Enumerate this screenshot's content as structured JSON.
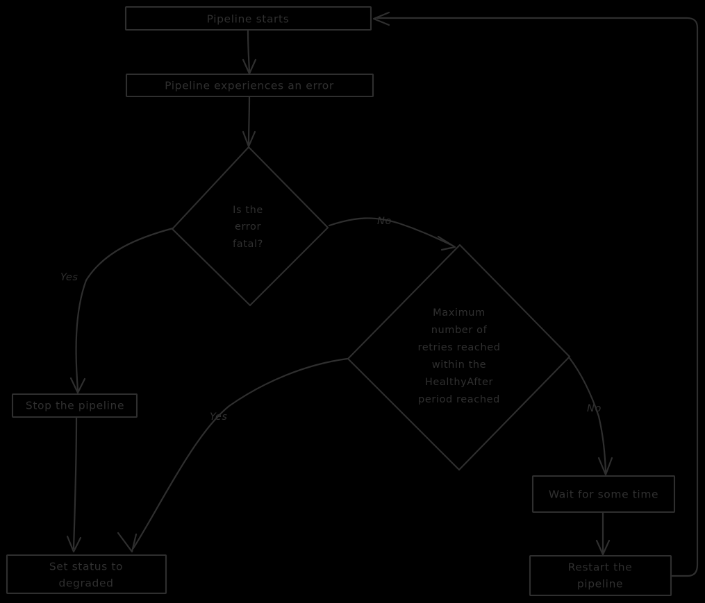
{
  "diagram": {
    "type": "flowchart",
    "title": "Pipeline error handling flowchart",
    "style": "hand-drawn",
    "background_color": "#000000",
    "stroke_color": "#2f2f2f",
    "text_color": "#303030",
    "nodes": [
      {
        "id": "start",
        "shape": "rectangle",
        "label": "Pipeline starts"
      },
      {
        "id": "error",
        "shape": "rectangle",
        "label": "Pipeline experiences an error"
      },
      {
        "id": "fatal",
        "shape": "diamond",
        "label_lines": [
          "Is the",
          "error",
          "fatal?"
        ]
      },
      {
        "id": "retries",
        "shape": "diamond",
        "label_lines": [
          "Maximum",
          "number of",
          "retries reached",
          "within the",
          "HealthyAfter",
          "period reached"
        ]
      },
      {
        "id": "stop",
        "shape": "rectangle",
        "label": "Stop the pipeline"
      },
      {
        "id": "degraded",
        "shape": "rectangle",
        "label_lines": [
          "Set status to",
          "degraded"
        ]
      },
      {
        "id": "wait",
        "shape": "rectangle",
        "label": "Wait for some time"
      },
      {
        "id": "restart",
        "shape": "rectangle",
        "label_lines": [
          "Restart the",
          "pipeline"
        ]
      }
    ],
    "edges": [
      {
        "from": "start",
        "to": "error",
        "label": ""
      },
      {
        "from": "error",
        "to": "fatal",
        "label": ""
      },
      {
        "from": "fatal",
        "to": "stop",
        "label": "Yes"
      },
      {
        "from": "fatal",
        "to": "retries",
        "label": "No"
      },
      {
        "from": "retries",
        "to": "degraded",
        "label": "Yes"
      },
      {
        "from": "retries",
        "to": "wait",
        "label": "No"
      },
      {
        "from": "stop",
        "to": "degraded",
        "label": ""
      },
      {
        "from": "wait",
        "to": "restart",
        "label": ""
      },
      {
        "from": "restart",
        "to": "start",
        "label": ""
      }
    ],
    "labels": {
      "start": "Pipeline starts",
      "error": "Pipeline experiences an error",
      "fatal_1": "Is the",
      "fatal_2": "error",
      "fatal_3": "fatal?",
      "retries_1": "Maximum",
      "retries_2": "number of",
      "retries_3": "retries reached",
      "retries_4": "within the",
      "retries_5": "HealthyAfter",
      "retries_6": "period reached",
      "stop": "Stop the pipeline",
      "degraded_1": "Set status to",
      "degraded_2": "degraded",
      "wait": "Wait for some time",
      "restart_1": "Restart the",
      "restart_2": "pipeline",
      "yes_fatal": "Yes",
      "no_fatal": "No",
      "yes_retries": "Yes",
      "no_retries": "No"
    }
  }
}
